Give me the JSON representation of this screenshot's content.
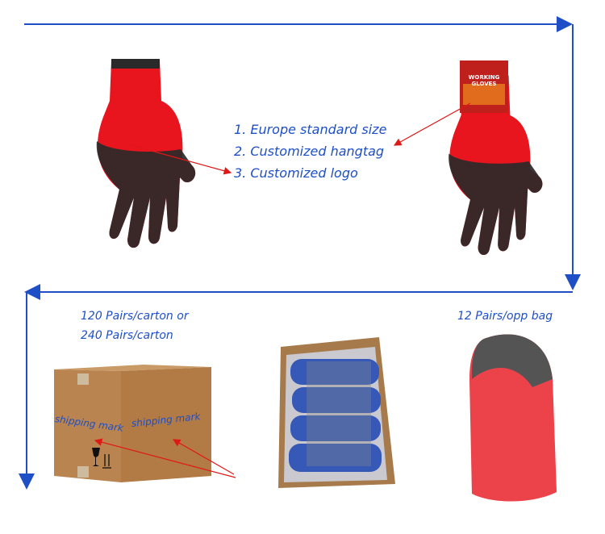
{
  "colors": {
    "flow_arrow": "#1f4fc6",
    "pointer_arrow": "#e01818",
    "text": "#1f4fc6",
    "glove_red": "#e8141e",
    "glove_black": "#2a2a2a",
    "carton": "#b9844f"
  },
  "features": [
    "1. Europe standard size",
    "2. Customized hangtag",
    "3. Customized logo"
  ],
  "hangtag": {
    "text": "WORKING GLOVES"
  },
  "carton": {
    "label_line1": "120 Pairs/carton or",
    "label_line2": "240 Pairs/carton",
    "mark_left": "shipping mark",
    "mark_right": "shipping mark",
    "icons": [
      "fragile-glass-icon",
      "this-way-up-icon"
    ]
  },
  "bag": {
    "label": "12 Pairs/opp bag"
  }
}
